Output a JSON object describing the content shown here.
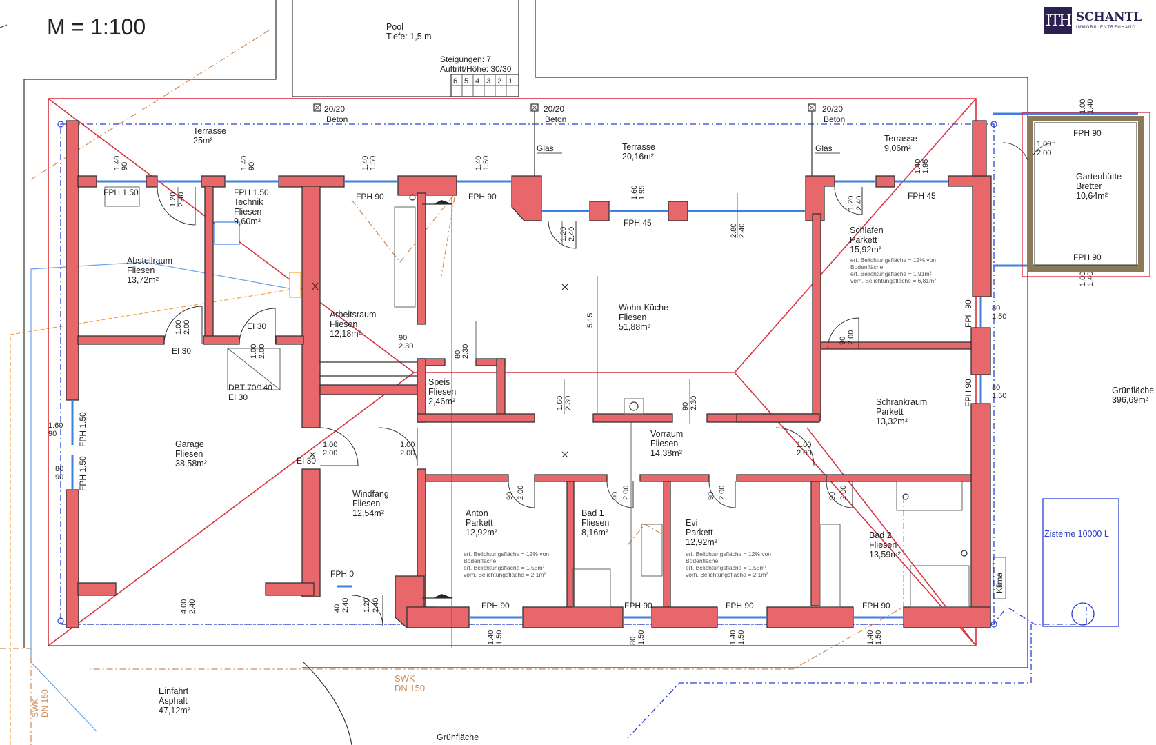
{
  "scale_label": "M = 1:100",
  "brand": {
    "logo_text": "ITH",
    "name": "SCHANTL",
    "subtitle": "IMMOBILIENTREUHAND"
  },
  "rooms": [
    {
      "id": "terrasse-west",
      "lines": [
        "Terrasse",
        "25m²"
      ]
    },
    {
      "id": "technik",
      "lines": [
        "Technik",
        "Fliesen",
        "9,60m²"
      ]
    },
    {
      "id": "abstellraum",
      "lines": [
        "Abstellraum",
        "Fliesen",
        "13,72m²"
      ]
    },
    {
      "id": "arbeitsraum",
      "lines": [
        "Arbeitsraum",
        "Fliesen",
        "12,18m²"
      ]
    },
    {
      "id": "terrasse-mitte",
      "lines": [
        "Terrasse",
        "20,16m²"
      ]
    },
    {
      "id": "wohn-kueche",
      "lines": [
        "Wohn-Küche",
        "Fliesen",
        "51,88m²"
      ]
    },
    {
      "id": "terrasse-ost",
      "lines": [
        "Terrasse",
        "9,06m²"
      ]
    },
    {
      "id": "schlafen",
      "lines": [
        "Schlafen",
        "Parkett",
        "15,92m²"
      ]
    },
    {
      "id": "gartenhuette",
      "lines": [
        "Gartenhütte",
        "Bretter",
        "10,64m²"
      ]
    },
    {
      "id": "garage",
      "lines": [
        "Garage",
        "Fliesen",
        "38,58m²"
      ]
    },
    {
      "id": "speis",
      "lines": [
        "Speis",
        "Fliesen",
        "2,46m²"
      ]
    },
    {
      "id": "vorraum",
      "lines": [
        "Vorraum",
        "Fliesen",
        "14,38m²"
      ]
    },
    {
      "id": "schrankraum",
      "lines": [
        "Schrankraum",
        "Parkett",
        "13,32m²"
      ]
    },
    {
      "id": "gruenflaeche-ost",
      "lines": [
        "Grünfläche",
        "396,69m²"
      ]
    },
    {
      "id": "windfang",
      "lines": [
        "Windfang",
        "Fliesen",
        "12,54m²"
      ]
    },
    {
      "id": "anton",
      "lines": [
        "Anton",
        "Parkett",
        "12,92m²"
      ]
    },
    {
      "id": "bad1",
      "lines": [
        "Bad 1",
        "Fliesen",
        "8,16m²"
      ]
    },
    {
      "id": "evi",
      "lines": [
        "Evi",
        "Parkett",
        "12,92m²"
      ]
    },
    {
      "id": "bad2",
      "lines": [
        "Bad 2",
        "Fliesen",
        "13,59m²"
      ]
    },
    {
      "id": "einfahrt",
      "lines": [
        "Einfahrt",
        "Asphalt",
        "47,12m²"
      ]
    },
    {
      "id": "pool",
      "lines": [
        "Pool",
        "Tiefe: 1,5 m"
      ]
    }
  ],
  "notes": [
    {
      "id": "schlafen-note",
      "lines": [
        "erf. Belichtungsfläche = 12% von",
        "Bodenfläche",
        "erf. Belichtungsfläche = 1,91m²",
        "vorh. Belichtungsfläche = 6,81m²"
      ]
    },
    {
      "id": "anton-note",
      "lines": [
        "erf. Belichtungsfläche = 12% von",
        "Bodenfläche",
        "erf. Belichtungsfläche = 1,55m²",
        "vorh. Belichtungsfläche = 2,1m²"
      ]
    },
    {
      "id": "evi-note",
      "lines": [
        "erf. Belichtungsfläche = 12% von",
        "Bodenfläche",
        "erf. Belichtungsfläche = 1,55m²",
        "vorh. Belichtungsfläche = 2,1m²"
      ]
    }
  ],
  "stairs": {
    "steps_label": "Steigungen: 7",
    "tread_label": "Auftritt/Höhe: 30/30",
    "numbers": [
      "6",
      "5",
      "4",
      "3",
      "2",
      "1"
    ]
  },
  "columns": [
    {
      "lines": [
        "20/20",
        "Beton"
      ]
    },
    {
      "lines": [
        "20/20",
        "Beton"
      ]
    },
    {
      "lines": [
        "20/20",
        "Beton"
      ]
    }
  ],
  "labels": {
    "glas": "Glas",
    "fph_90": "FPH 90",
    "fph_150": "FPH 1.50",
    "fph_45": "FPH 45",
    "fph_0": "FPH 0",
    "ei_30": "EI 30",
    "dbt": "DBT 70/140",
    "swk": "SWK",
    "dn150": "DN 150",
    "gruenflaeche": "Grünfläche",
    "zisterne": "Zisterne 10000 L",
    "klima": "Klima"
  },
  "dimensions": {
    "d_140": "1.40",
    "d_90": "90",
    "d_150": "1.50",
    "d_120": "1.20",
    "d_240": "2.40",
    "d_160": "1.60",
    "d_195": "1.95",
    "d_280": "2.80",
    "d_100": "1.00",
    "d_200": "2.00",
    "d_230": "2.30",
    "d_80": "80",
    "d_515": "5.15",
    "d_40": "40",
    "d_400": "4.00"
  }
}
